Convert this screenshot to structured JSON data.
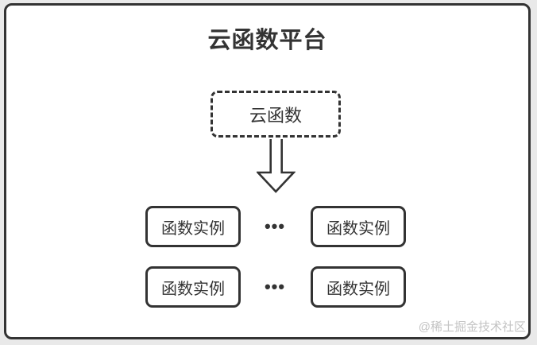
{
  "page": {
    "watermark": "@稀土掘金技术社区"
  },
  "diagram": {
    "title": "云函数平台",
    "platform_node": {
      "label": "云函数"
    },
    "arrow_icon": "down-block-arrow",
    "rows": [
      {
        "left_instance": "函数实例",
        "ellipsis": "•••",
        "right_instance": "函数实例"
      },
      {
        "left_instance": "函数实例",
        "ellipsis": "•••",
        "right_instance": "函数实例"
      }
    ],
    "colors": {
      "line": "#333333",
      "canvas": "#ffffff",
      "page_background": "#e9e9e9",
      "watermark_text": "#c3c3c3"
    }
  }
}
